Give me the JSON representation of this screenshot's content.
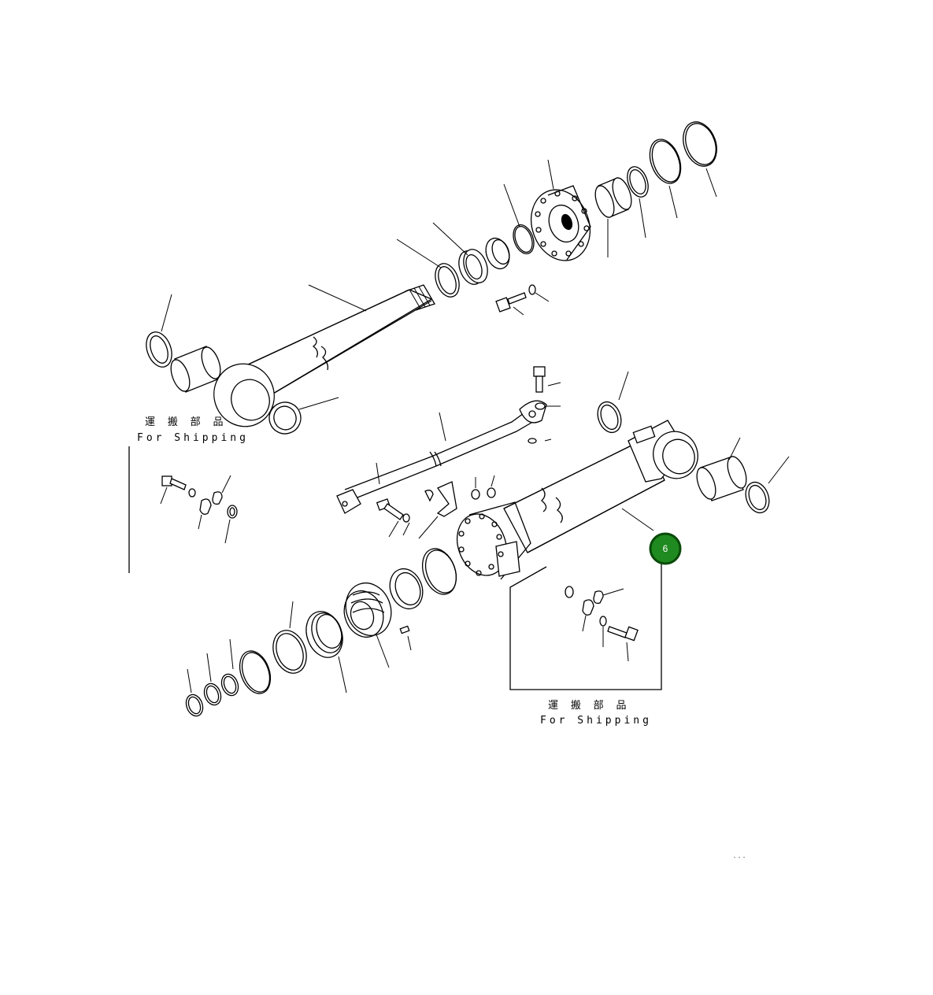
{
  "shipping_labels": [
    {
      "jp": "運 搬 部 品",
      "en": "For Shipping"
    },
    {
      "jp": "運 搬 部 品",
      "en": "For Shipping"
    }
  ],
  "callout": {
    "number": "6",
    "fill": "#1f8a1f",
    "ring": "#0a4a0a"
  },
  "drawing_code": "..."
}
